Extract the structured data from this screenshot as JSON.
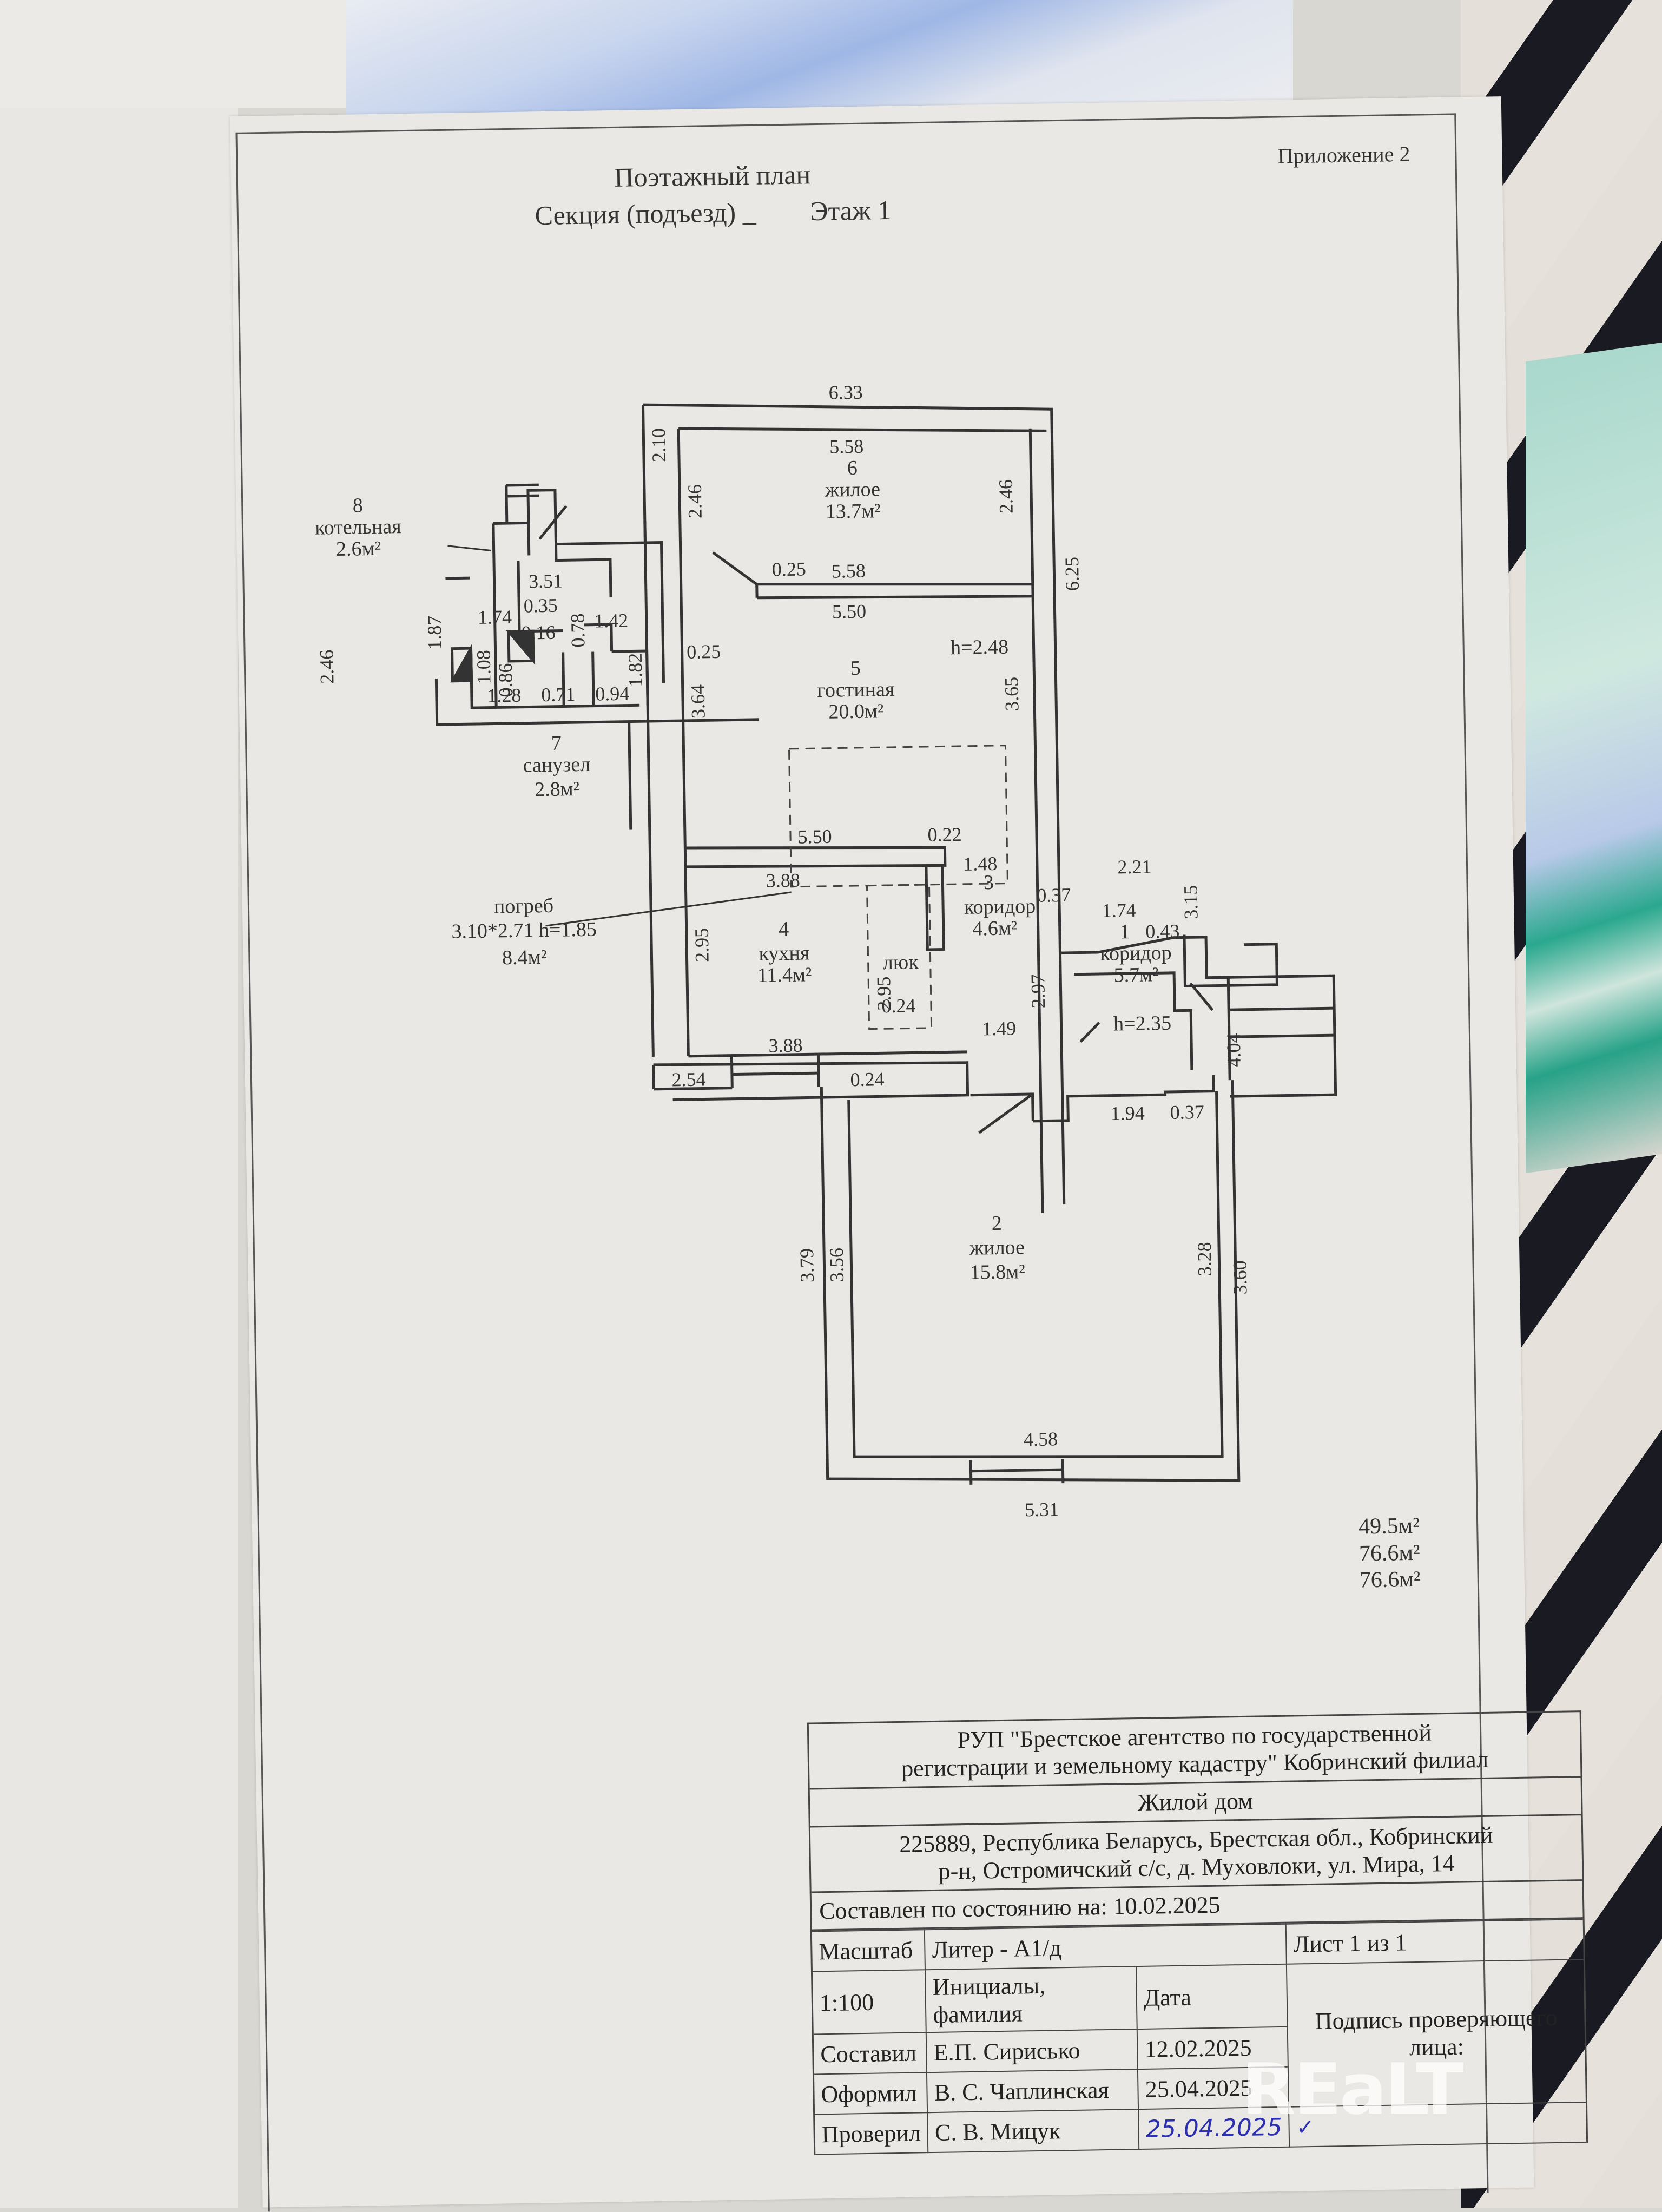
{
  "header": {
    "appendix": "Приложение 2",
    "title": "Поэтажный план",
    "section_label": "Секция (подъезд) _",
    "floor_label": "Этаж 1"
  },
  "rooms": [
    {
      "num": "1",
      "name": "коридор",
      "area": "5.7м²",
      "height": "h=2.35"
    },
    {
      "num": "2",
      "name": "жилое",
      "area": "15.8м²"
    },
    {
      "num": "3",
      "name": "коридор",
      "area": "4.6м²"
    },
    {
      "num": "4",
      "name": "кухня",
      "area": "11.4м²"
    },
    {
      "num": "5",
      "name": "гостиная",
      "area": "20.0м²",
      "height": "h=2.48"
    },
    {
      "num": "6",
      "name": "жилое",
      "area": "13.7м²"
    },
    {
      "num": "7",
      "name": "санузел",
      "area": "2.8м²"
    },
    {
      "num": "8",
      "name": "котельная",
      "area": "2.6м²"
    }
  ],
  "cellar": {
    "name": "погреб",
    "dims": "3.10*2.71  h=1.85",
    "area": "8.4м²"
  },
  "hatch_label": "люк",
  "dimensions": {
    "top_outer": "6.33",
    "room6_top": "5.58",
    "room6_left": "2.46",
    "room6_right": "2.46",
    "room6_bottom": "5.58",
    "wall_025_a": "0.25",
    "room5_top": "5.50",
    "outer_right_upper": "6.25",
    "room5_left": "3.64",
    "room5_right": "3.65",
    "wall_025_b": "0.25",
    "room5_bottom": "5.50",
    "left_210": "2.10",
    "d351": "3.51",
    "d035": "0.35",
    "d174": "1.74",
    "d187": "1.87",
    "d016": "0.16",
    "d078": "0.78",
    "d142": "1.42",
    "d182": "1.82",
    "d108": "1.08",
    "d086": "0.86",
    "d128": "1.28",
    "d071": "0.71",
    "d094": "0.94",
    "d246_left": "2.46",
    "kitchen_top": "3.88",
    "kitchen_left": "2.95",
    "kitchen_right": "2.95",
    "kitchen_bottom": "3.88",
    "d024_a": "0.24",
    "d024_b": "0.24",
    "d254": "2.54",
    "d022": "0.22",
    "d148": "1.48",
    "d037_a": "0.37",
    "d297": "2.97",
    "d149": "1.49",
    "d221": "2.21",
    "d174_b": "1.74",
    "d315": "3.15",
    "d043": "0.43",
    "d404": "4.04",
    "d194": "1.94",
    "d037_b": "0.37",
    "room2_left_outer": "3.79",
    "room2_left": "3.56",
    "room2_right": "3.28",
    "room2_right_outer": "3.60",
    "room2_bottom": "4.58",
    "bottom_outer": "5.31"
  },
  "totals": [
    "49.5м²",
    "76.6м²",
    "76.6м²"
  ],
  "stamp": {
    "org_line1": "РУП \"Брестское агентство по государственной",
    "org_line2": "регистрации и земельному кадастру\"  Кобринский филиал",
    "object": "Жилой дом",
    "address_line1": "225889, Республика Беларусь, Брестская обл., Кобринский",
    "address_line2": "р-н, Остромичский с/с, д. Муховлоки, ул. Мира, 14",
    "as_of": "Составлен по состоянию на: 10.02.2025",
    "scale_label": "Масштаб",
    "liter": "Литер - А1/д",
    "sheet": "Лист  1 из 1",
    "scale_value": "1:100",
    "col_name": "Инициалы, фамилия",
    "col_date": "Дата",
    "col_sign": "Подпись проверяющего лица:",
    "rows": [
      {
        "role": "Составил",
        "name": "Е.П. Сирисько",
        "date": "12.02.2025"
      },
      {
        "role": "Оформил",
        "name": "В. С. Чаплинская",
        "date": "25.04.2025"
      },
      {
        "role": "Проверил",
        "name": "С. В. Мицук",
        "date": "25.04.2025"
      }
    ]
  },
  "watermark": "REaLT"
}
